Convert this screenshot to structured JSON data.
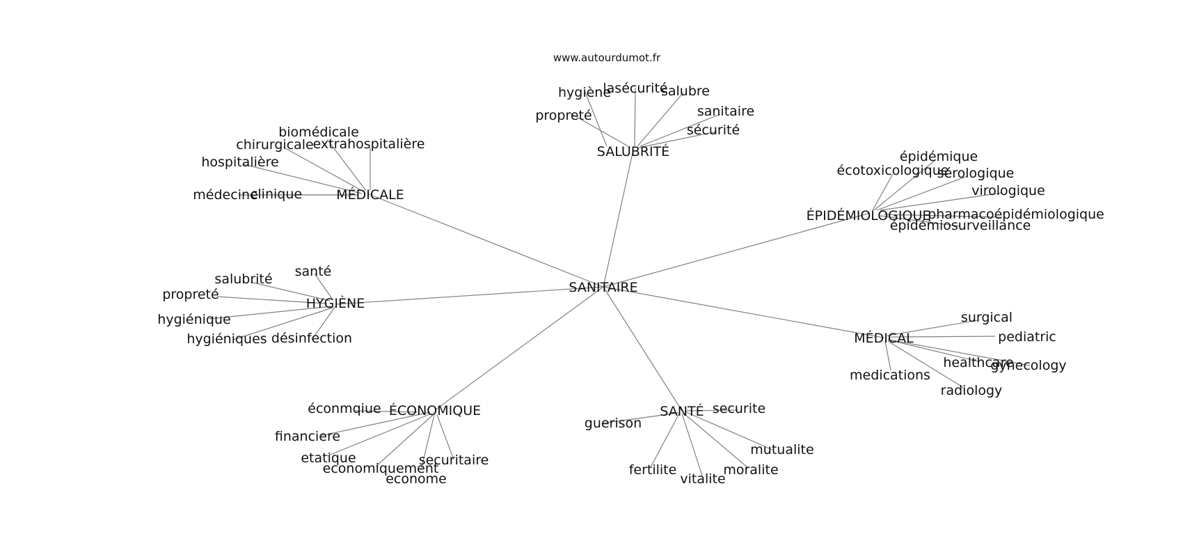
{
  "source_text": "www.autourdumot.fr",
  "center": "SANITAIRE",
  "clusters": [
    {
      "label": "SALUBRITÉ",
      "words": [
        "hygiène",
        "lasécurité",
        "salubre",
        "propreté",
        "sanitaire",
        "sécurité"
      ]
    },
    {
      "label": "MÉDICALE",
      "words": [
        "biomédicale",
        "chirurgicale",
        "extrahospitalière",
        "hospitalière",
        "médecine",
        "clinique"
      ]
    },
    {
      "label": "ÉPIDÉMIOLOGIQUE",
      "words": [
        "épidémique",
        "écotoxicologique",
        "sérologique",
        "virologique",
        "pharmacoépidémiologique",
        "épidémiosurveillance"
      ]
    },
    {
      "label": "HYGIÈNE",
      "words": [
        "santé",
        "salubrité",
        "propreté",
        "hygiénique",
        "hygiéniques",
        "désinfection"
      ]
    },
    {
      "label": "MÉDICAL",
      "words": [
        "surgical",
        "pediatric",
        "healthcare",
        "gynecology",
        "medications",
        "radiology"
      ]
    },
    {
      "label": "ÉCONOMIQUE",
      "words": [
        "éconmqiue",
        "financiere",
        "etatique",
        "economiquement",
        "econome",
        "securitaire"
      ]
    },
    {
      "label": "SANTÉ",
      "words": [
        "securite",
        "guerison",
        "mutualite",
        "fertilite",
        "vitalite",
        "moralite"
      ]
    }
  ]
}
